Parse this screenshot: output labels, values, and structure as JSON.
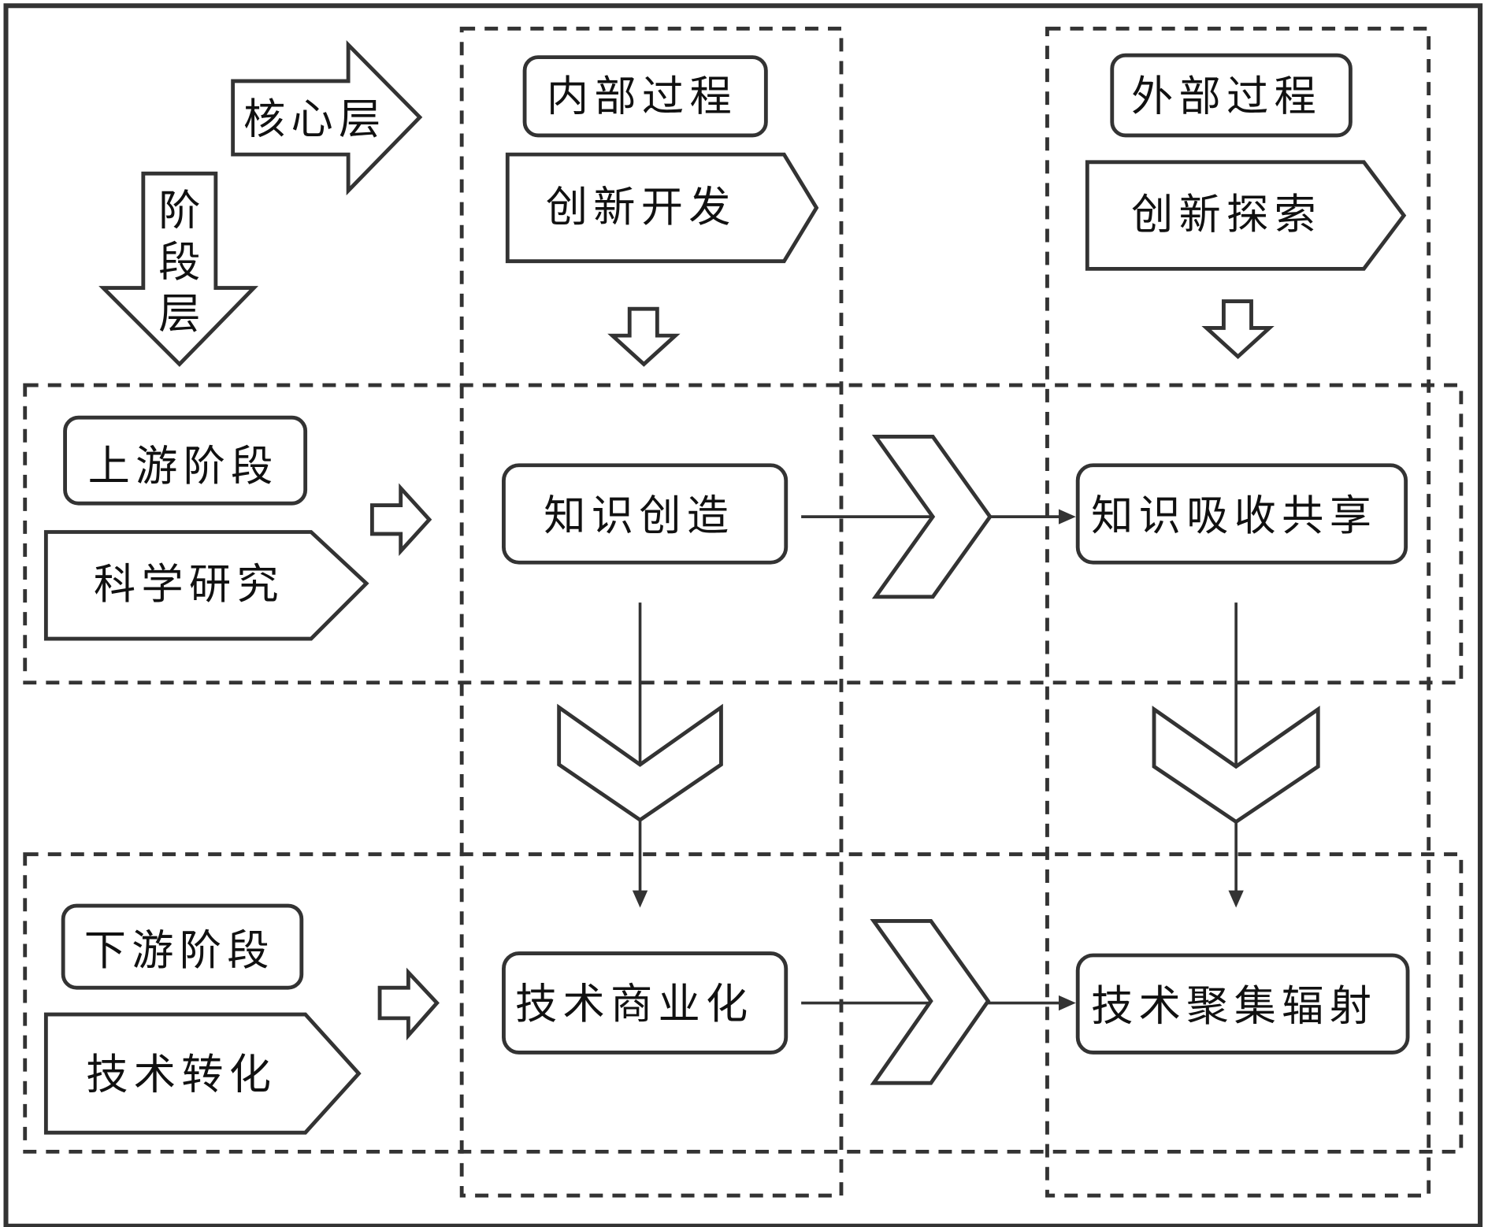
{
  "axes": {
    "core_layer": "核心层",
    "stage_layer": [
      "阶",
      "段",
      "层"
    ]
  },
  "columns": {
    "internal": {
      "title": "内部过程",
      "banner": "创新开发"
    },
    "external": {
      "title": "外部过程",
      "banner": "创新探索"
    }
  },
  "rows": {
    "upstream": {
      "title": "上游阶段",
      "banner": "科学研究"
    },
    "downstream": {
      "title": "下游阶段",
      "banner": "技术转化"
    }
  },
  "nodes": {
    "knowledge_creation": "知识创造",
    "knowledge_absorption": "知识吸收共享",
    "tech_commercialization": "技术商业化",
    "tech_agglomeration": "技术聚集辐射"
  },
  "colors": {
    "stroke": "#333333",
    "background": "#ffffff"
  }
}
